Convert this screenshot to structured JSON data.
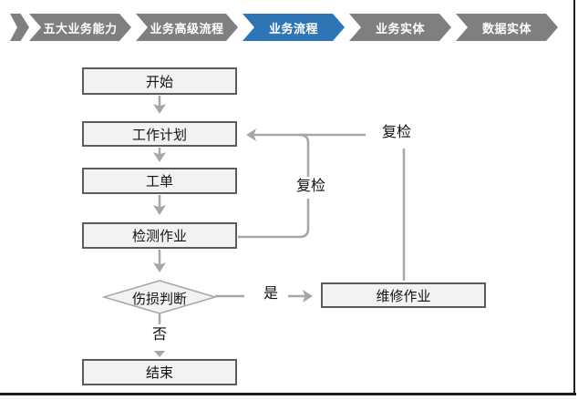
{
  "breadcrumb": {
    "tabs": [
      {
        "label": "五大业务能力",
        "active": false
      },
      {
        "label": "业务高级流程",
        "active": false
      },
      {
        "label": "业务流程",
        "active": true
      },
      {
        "label": "业务实体",
        "active": false
      },
      {
        "label": "数据实体",
        "active": false
      }
    ]
  },
  "flowchart": {
    "nodes": [
      {
        "id": "start",
        "label": "开始",
        "type": "process"
      },
      {
        "id": "work-plan",
        "label": "工作计划",
        "type": "process"
      },
      {
        "id": "work-order",
        "label": "工单",
        "type": "process"
      },
      {
        "id": "inspection-job",
        "label": "检测作业",
        "type": "process"
      },
      {
        "id": "damage-decision",
        "label": "伤损判断",
        "type": "decision"
      },
      {
        "id": "repair-job",
        "label": "维修作业",
        "type": "process"
      },
      {
        "id": "end",
        "label": "结束",
        "type": "process"
      }
    ],
    "edge_labels": {
      "recheck_inner": "复检",
      "recheck_outer": "复检",
      "yes": "是",
      "no": "否"
    },
    "edges": [
      {
        "from": "start",
        "to": "work-plan"
      },
      {
        "from": "work-plan",
        "to": "work-order"
      },
      {
        "from": "work-order",
        "to": "inspection-job"
      },
      {
        "from": "inspection-job",
        "to": "damage-decision"
      },
      {
        "from": "damage-decision",
        "to": "repair-job",
        "label": "是"
      },
      {
        "from": "damage-decision",
        "to": "end",
        "label": "否"
      },
      {
        "from": "inspection-job",
        "to": "work-plan",
        "label": "复检"
      },
      {
        "from": "repair-job",
        "to": "work-plan",
        "label": "复检"
      }
    ]
  },
  "colors": {
    "tab_inactive": "#7F7F7F",
    "tab_active": "#2E75B6",
    "tab_text": "#FFFFFF",
    "node_fill": "#F2F2F2",
    "node_border": "#5B5B5B",
    "connector": "#A6A6A6",
    "frame": "#1E1E1E",
    "text": "#111111",
    "background": "#FFFFFF"
  }
}
